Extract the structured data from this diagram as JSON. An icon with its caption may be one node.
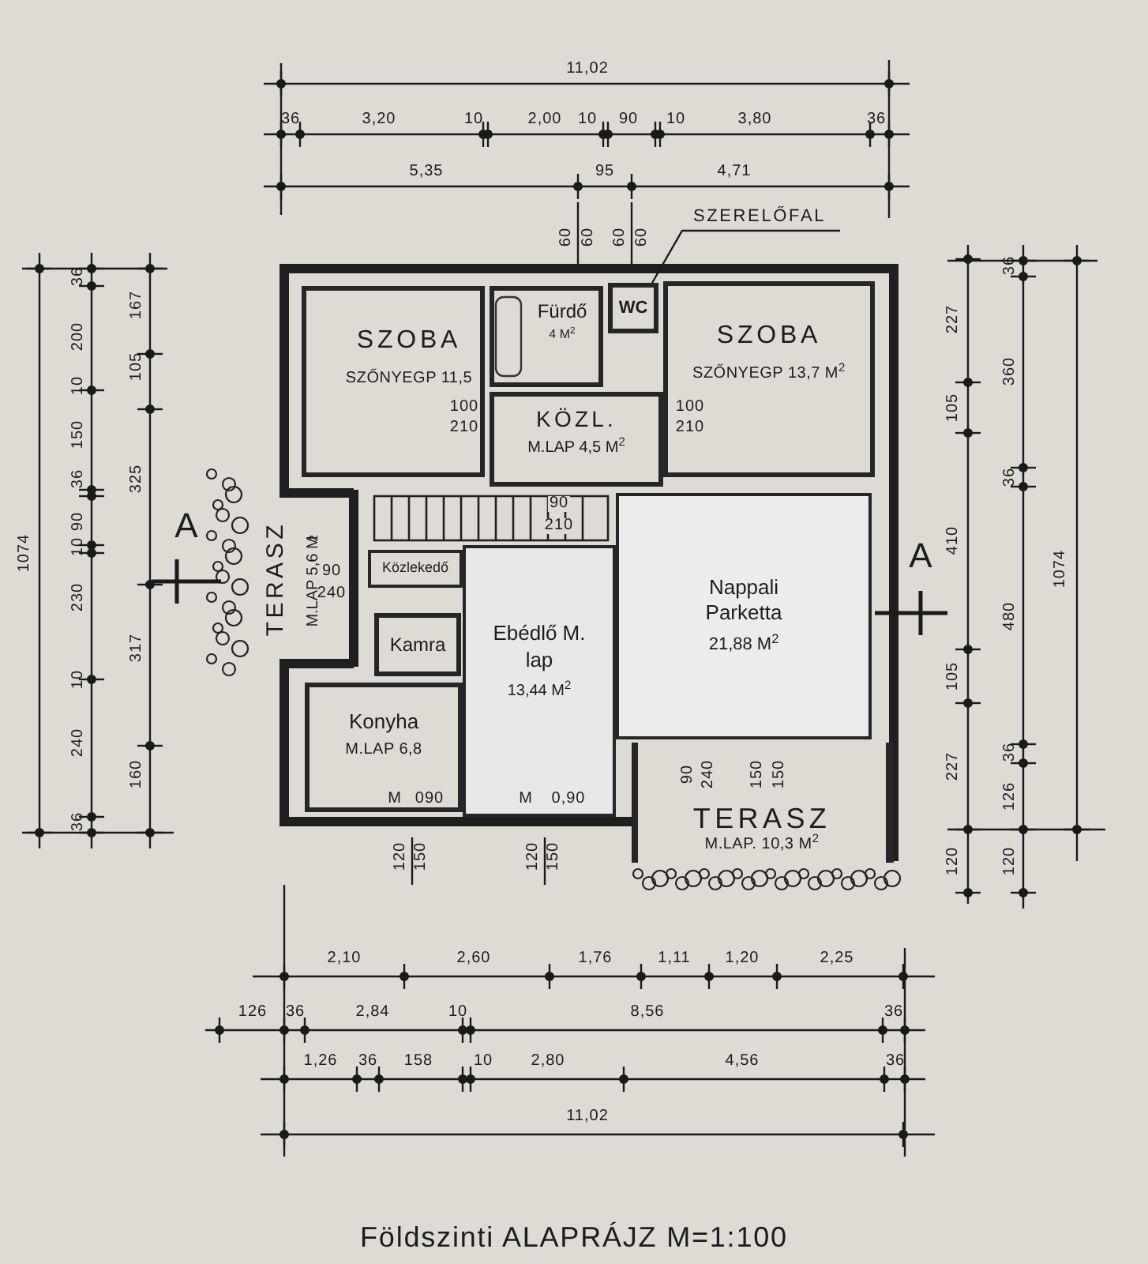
{
  "diagram": {
    "title": "Földszinti ALAPRÁJZ M=1:100",
    "nodes": [
      {
        "text": [
          "SZOBA",
          "SZŐNYEGP 11,5"
        ]
      },
      {
        "text": [
          "Fürdő",
          "4 M$^{2}$"
        ]
      },
      {
        "text": [
          "WC"
        ]
      },
      {
        "text": [
          "KÖZL.",
          "M.LAP 4,5 M$^{2}$"
        ]
      },
      {
        "text": [
          "SZOBA",
          "SZŐNYEGP 13,7 M$^{2}$"
        ]
      },
      {
        "text": [
          "TERASZ",
          "M.LAP 5,6 M$^{2}$"
        ]
      },
      {
        "text": [
          "Közlekedő"
        ]
      },
      {
        "text": [
          "Kamra"
        ]
      },
      {
        "text": [
          "Ebédlő M. lap",
          "13,44 M$^{2}$"
        ]
      },
      {
        "text": [
          "Nappali Parketta",
          "21,88 M$^{2}$"
        ]
      },
      {
        "text": [
          "Konyha",
          "M.LAP 6,8"
        ]
      },
      {
        "text": [
          "TERASZ",
          "M.LAP. 10,3 M$^{2}$"
        ]
      },
      {
        "text": [
          "SZERELŐFAL"
        ]
      }
    ],
    "edges": [
      {
        "from": 12,
        "to": 2,
        "arrow": "none"
      }
    ],
    "labels": [
      "11,02",
      "36",
      "3,20",
      "10",
      "2,00",
      "10",
      "90",
      "10",
      "3,80",
      "36",
      "5,35",
      "95",
      "4,71",
      "60",
      "60",
      "60",
      "60",
      "1074",
      "36",
      "200",
      "10",
      "150",
      "36",
      "90",
      "10",
      "230",
      "10",
      "240",
      "36",
      "167",
      "105",
      "325",
      "317",
      "160",
      "A",
      "100",
      "210",
      "100",
      "210",
      "90",
      "210",
      "90",
      "240",
      "M",
      "090",
      "M",
      "0,90",
      "90",
      "240",
      "150",
      "150",
      "120",
      "150",
      "120",
      "150",
      "A",
      "227",
      "105",
      "410",
      "105",
      "227",
      "120",
      "36",
      "360",
      "36",
      "480",
      "36",
      "126",
      "120",
      "1074",
      "2,10",
      "2,60",
      "1,76",
      "1,11",
      "1,20",
      "2,25",
      "126",
      "36",
      "2,84",
      "10",
      "8,56",
      "36",
      "1,26",
      "36",
      "158",
      "10",
      "2,80",
      "4,56",
      "36",
      "11,02"
    ]
  }
}
